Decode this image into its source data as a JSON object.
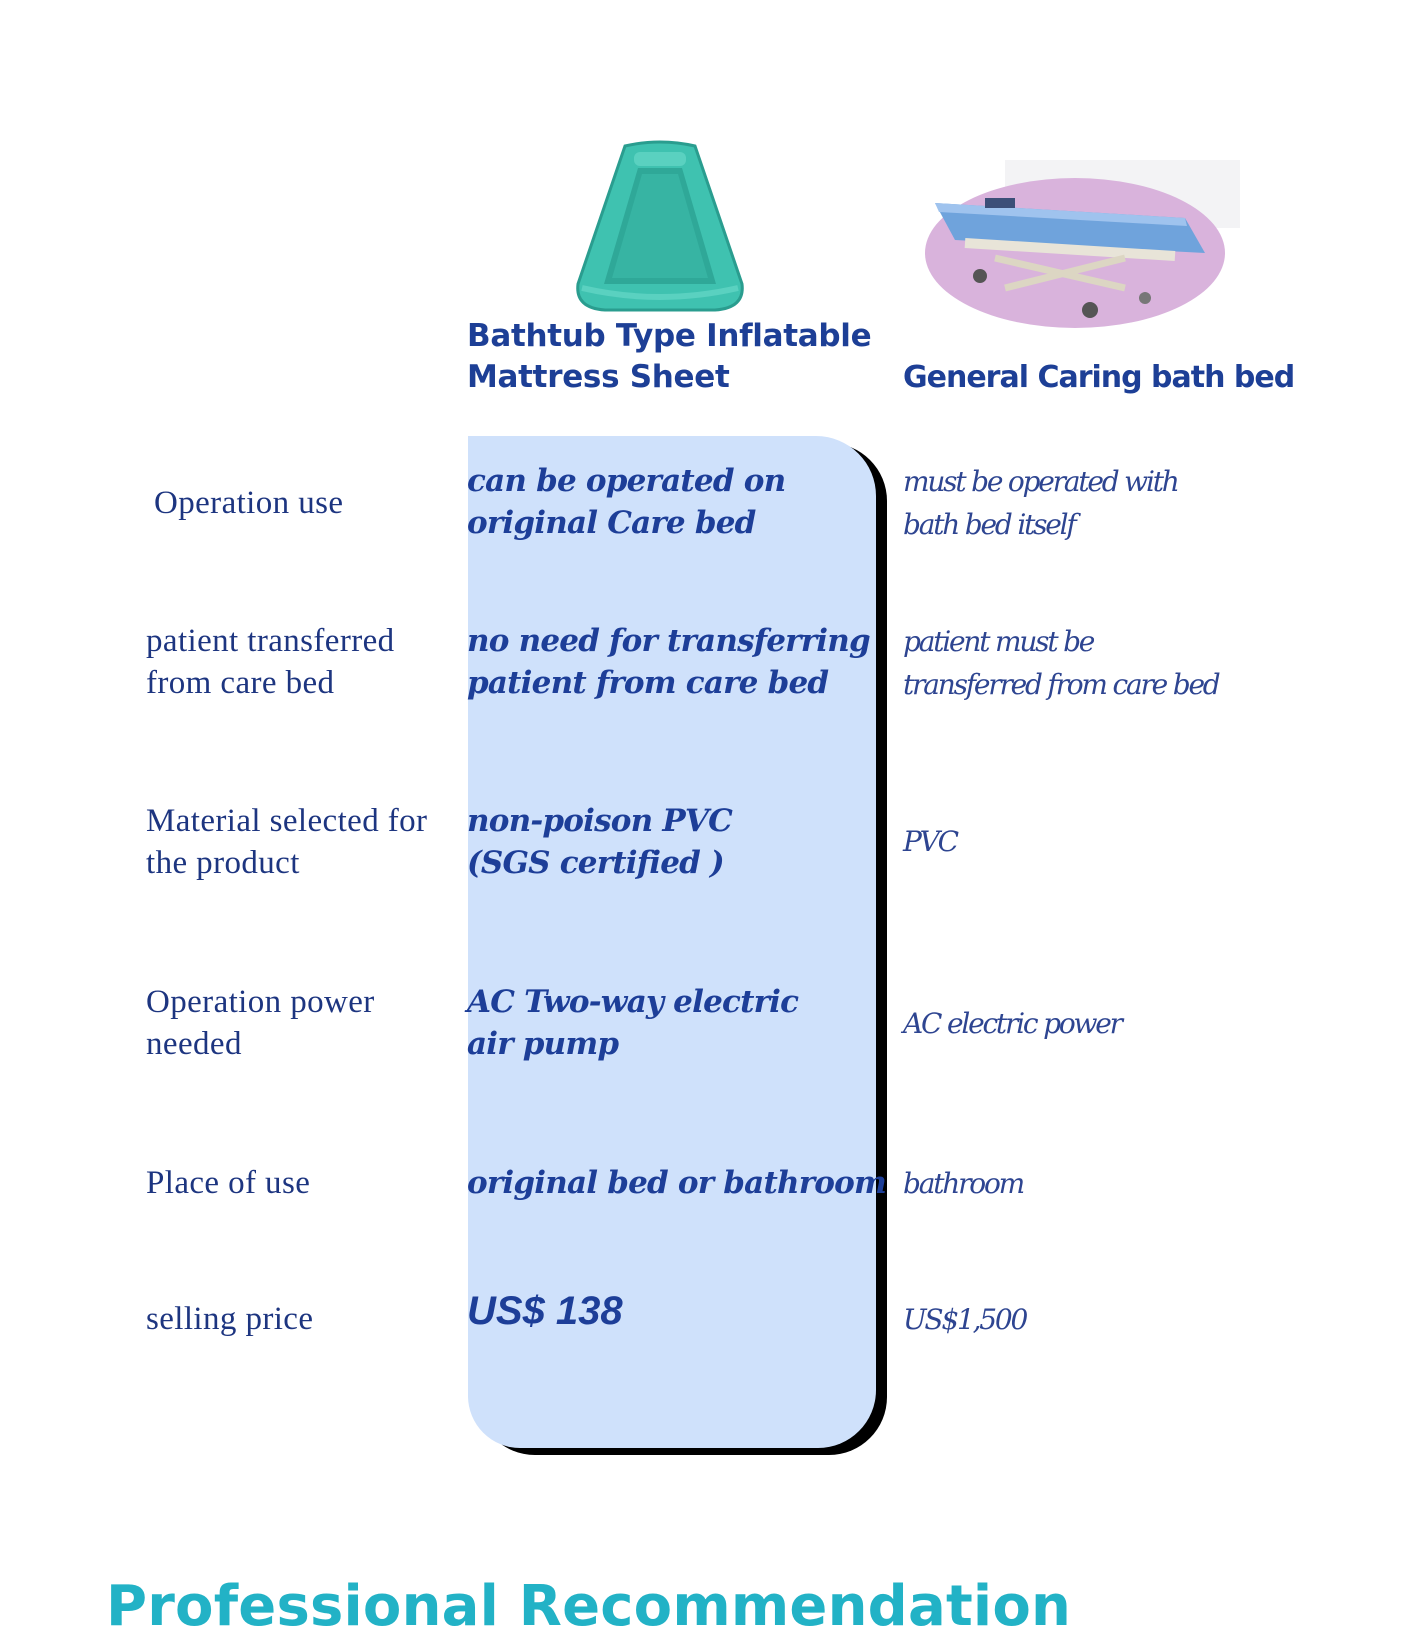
{
  "products": {
    "left_title": "Bathtub Type Inflatable Mattress Sheet",
    "left_image_icon": "inflatable-bathtub-image",
    "right_title": "General Caring bath bed",
    "right_image_icon": "caring-bath-bed-image"
  },
  "rows": [
    {
      "label": "Operation use",
      "left": "can be operated on\noriginal Care bed",
      "right": "must be operated with\nbath bed itself"
    },
    {
      "label": "patient transferred from care bed",
      "left": "no need for transferring\n patient from care bed",
      "right": "patient must be\ntransferred from care bed"
    },
    {
      "label": "Material selected for the product",
      "left": "non-poison PVC\n(SGS  certified )",
      "right": "PVC"
    },
    {
      "label": "Operation power needed",
      "left": "AC Two-way electric\nair pump",
      "right": "AC electric power"
    },
    {
      "label": "Place of use",
      "left": "original bed or bathroom",
      "right": "bathroom"
    },
    {
      "label": "selling price",
      "left": "US$  138",
      "right": "US$1,500"
    }
  ],
  "footer": {
    "title": "Professional Recommendation"
  },
  "colors": {
    "panel": "#cfe1fb",
    "title_blue": "#1d3f96",
    "teal": "#22b2c6"
  }
}
